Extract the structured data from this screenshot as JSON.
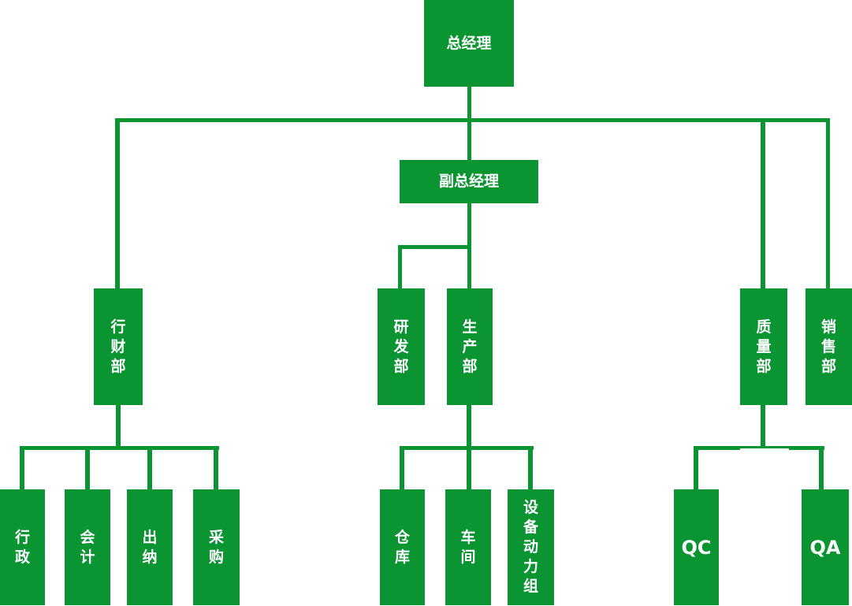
{
  "diagram": {
    "type": "org_chart",
    "background_color": "#ffffff",
    "node_fill_color": "#0a9432",
    "node_text_color": "#ffffff",
    "connector_color": "#0a9432",
    "nodes": {
      "gm": {
        "label": "总经理"
      },
      "dgm": {
        "label": "副总经理"
      },
      "xingcai": {
        "label": "行财部"
      },
      "yanfa": {
        "label": "研发部"
      },
      "shengchan": {
        "label": "生产部"
      },
      "zhiliang": {
        "label": "质量部"
      },
      "xiaoshou": {
        "label": "销售部"
      },
      "xingzheng": {
        "label": "行政"
      },
      "kuaiji": {
        "label": "会计"
      },
      "chuna": {
        "label": "出纳"
      },
      "caigou": {
        "label": "采购"
      },
      "cangku": {
        "label": "仓库"
      },
      "chejian": {
        "label": "车间"
      },
      "shebei": {
        "label": "设备动力组"
      },
      "qc": {
        "label": "QC"
      },
      "qa": {
        "label": "QA"
      }
    },
    "hierarchy": [
      {
        "parent": "总经理",
        "children": [
          "行财部",
          "副总经理",
          "质量部",
          "销售部"
        ]
      },
      {
        "parent": "副总经理",
        "children": [
          "研发部",
          "生产部"
        ]
      },
      {
        "parent": "行财部",
        "children": [
          "行政",
          "会计",
          "出纳",
          "采购"
        ]
      },
      {
        "parent": "生产部",
        "children": [
          "仓库",
          "车间",
          "设备动力组"
        ]
      },
      {
        "parent": "质量部",
        "children": [
          "QC",
          "QA"
        ]
      }
    ]
  }
}
